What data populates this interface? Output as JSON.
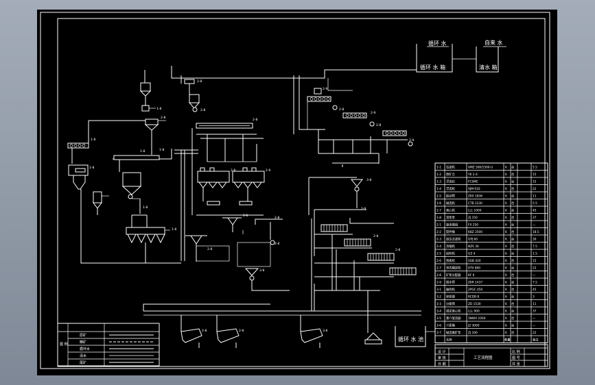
{
  "diagram": {
    "tanks": {
      "circ_water_label": "循环 水",
      "circ_tank_label": "循环 水 箱",
      "tap_water_label": "自来 水",
      "clear_tank_label": "清水 箱",
      "circ_pool_label": "循环 水 池"
    },
    "tags": [
      "1-8",
      "1-8",
      "1-8",
      "1-8",
      "1-8",
      "1-8",
      "1-8",
      "1-8",
      "2-9",
      "2-9",
      "2-9",
      "2-9",
      "2-8",
      "2-8",
      "2-8",
      "2-8",
      "2-8",
      "2-8",
      "2-8",
      "2-8",
      "2-8",
      "3-8",
      "3-8",
      "3-8",
      "2-9",
      "2-9",
      "2-9"
    ],
    "equipment_table": {
      "rows": [
        {
          "no": "1-1",
          "name": "压滤机",
          "model": "XMZ 500/1500-U",
          "qty": "6",
          "unit": "台",
          "note": "5.5"
        },
        {
          "no": "1-2",
          "name": "原矿仓",
          "model": "YK 2-4",
          "qty": "6",
          "unit": "台",
          "note": "15"
        },
        {
          "no": "1-3",
          "name": "浮选柱",
          "model": "FCSMC",
          "qty": "6",
          "unit": "台",
          "note": "15"
        },
        {
          "no": "1-4",
          "name": "浮选机",
          "model": "XJM-S16",
          "qty": "6",
          "unit": "台",
          "note": "22"
        },
        {
          "no": "1-5",
          "name": "振动筛",
          "model": "ZKX 1836",
          "qty": "6",
          "unit": "台",
          "note": "11"
        },
        {
          "no": "1-6",
          "name": "磁选机",
          "model": "CTB 1230",
          "qty": "6",
          "unit": "台",
          "note": "5.5"
        },
        {
          "no": "1-7",
          "name": "离心机",
          "model": "LLL 1000",
          "qty": "6",
          "unit": "台",
          "note": "45"
        },
        {
          "no": "1-8",
          "name": "渣浆泵",
          "model": "ZJ 150",
          "qty": "6",
          "unit": "台",
          "note": "37"
        },
        {
          "no": "2-1",
          "name": "旋流器组",
          "model": "FX 250",
          "qty": "6",
          "unit": "台",
          "note": "—"
        },
        {
          "no": "2-2",
          "name": "搅拌桶",
          "model": "KBZ 2500",
          "qty": "6",
          "unit": "台",
          "note": "18.5"
        },
        {
          "no": "2-3",
          "name": "加压过滤机",
          "model": "GPJ 60",
          "qty": "6",
          "unit": "台",
          "note": "30"
        },
        {
          "no": "2-4",
          "name": "浓缩机",
          "model": "NZS 30",
          "qty": "6",
          "unit": "台",
          "note": "7.5"
        },
        {
          "no": "2-5",
          "name": "给料机",
          "model": "GZ 4",
          "qty": "6",
          "unit": "台",
          "note": "1.5"
        },
        {
          "no": "2-6",
          "name": "刮板机",
          "model": "SGB 420",
          "qty": "6",
          "unit": "台",
          "note": "15"
        },
        {
          "no": "2-7",
          "name": "带式输送机",
          "model": "DTII 800",
          "qty": "6",
          "unit": "台",
          "note": "22"
        },
        {
          "no": "2-8",
          "name": "矿浆分配器",
          "model": "KF 6",
          "qty": "6",
          "unit": "台",
          "note": "—"
        },
        {
          "no": "2-9",
          "name": "脱水筛",
          "model": "ZKR 1437",
          "qty": "6",
          "unit": "台",
          "note": "7.5"
        },
        {
          "no": "3-1",
          "name": "破碎机",
          "model": "2PGC 450",
          "qty": "6",
          "unit": "台",
          "note": "45"
        },
        {
          "no": "3-2",
          "name": "除铁器",
          "model": "RCDB 8",
          "qty": "6",
          "unit": "台",
          "note": "3"
        },
        {
          "no": "3-3",
          "name": "分级筛",
          "model": "ZD 1530",
          "qty": "6",
          "unit": "台",
          "note": "11"
        },
        {
          "no": "3-4",
          "name": "煤泥离心机",
          "model": "LLL 900",
          "qty": "6",
          "unit": "台",
          "note": "37"
        },
        {
          "no": "3-5",
          "name": "重介旋流器",
          "model": "3NWX 1000",
          "qty": "6",
          "unit": "台",
          "note": "—"
        },
        {
          "no": "3-6",
          "name": "介质桶",
          "model": "JZ 3000",
          "qty": "6",
          "unit": "台",
          "note": "—"
        },
        {
          "no": "3-7",
          "name": "磁选尾矿泵",
          "model": "ZJ 100",
          "qty": "6",
          "unit": "台",
          "note": "22"
        }
      ],
      "footer": {
        "name": "名称",
        "sheet_label": "数量",
        "weight_label": "备注"
      }
    },
    "title_block": {
      "labels": [
        "设 计",
        "审 核",
        "日 期"
      ],
      "drawing_title": "工艺流程图",
      "cells": [
        "比 例",
        "图 号",
        "共 张"
      ]
    },
    "legend_block": {
      "side_label": "图 例",
      "rows": [
        "原矿",
        "精矿",
        "循环水",
        "清水",
        "尾矿"
      ]
    }
  }
}
